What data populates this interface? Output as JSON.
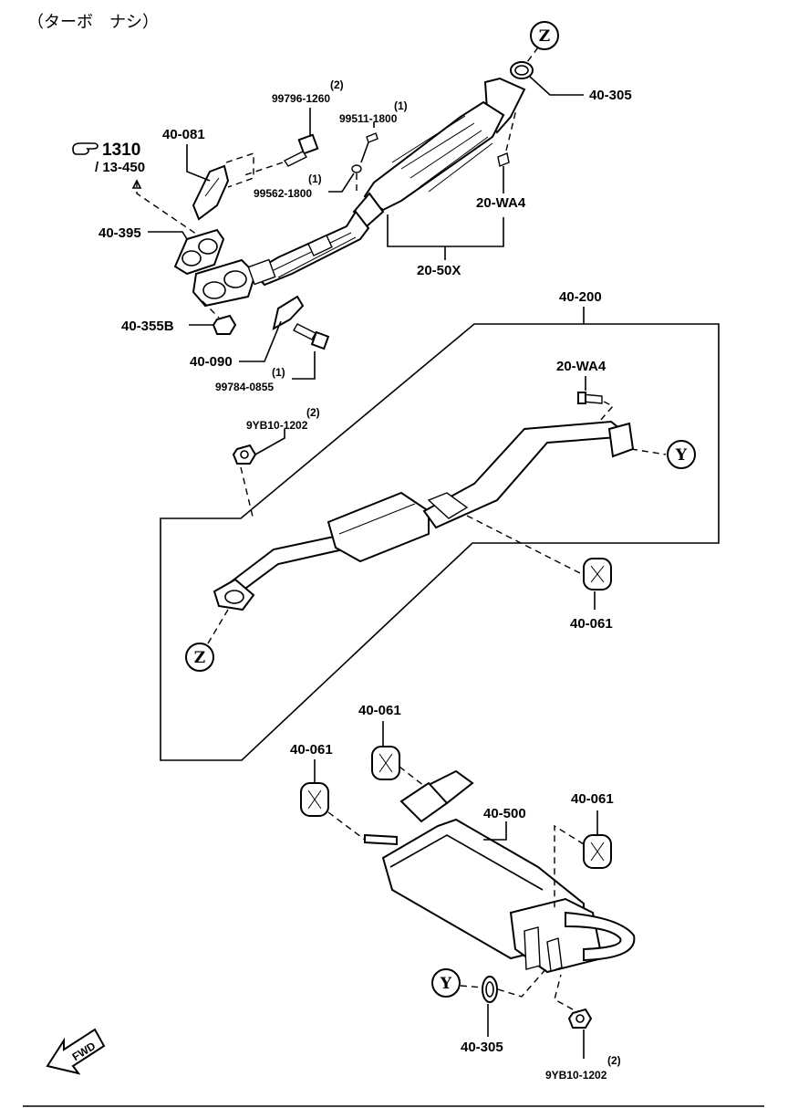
{
  "header": {
    "note": "（ターボ　ナシ）"
  },
  "refs": {
    "fig_ref": "1310",
    "fig_sub": "/ 13-450",
    "fwd": "FWD"
  },
  "markers": {
    "z": "Z",
    "y": "Y"
  },
  "labels": {
    "p40305_top": "40-305",
    "p99796": "99796-1260",
    "p99796_qty": "(2)",
    "p99511": "99511-1800",
    "p99511_qty": "(1)",
    "p40081": "40-081",
    "p99562": "99562-1800",
    "p99562_qty": "(1)",
    "p20wa4_top": "20-WA4",
    "p40395": "40-395",
    "p2050x": "20-50X",
    "p40355b": "40-355B",
    "p40090": "40-090",
    "p99784": "99784-0855",
    "p99784_qty": "(1)",
    "p40200": "40-200",
    "p20wa4_mid": "20-WA4",
    "p9yb10_top": "9YB10-1202",
    "p9yb10_top_qty": "(2)",
    "p40061_mid": "40-061",
    "p40061_a": "40-061",
    "p40061_b": "40-061",
    "p40500": "40-500",
    "p40061_c": "40-061",
    "p40305_bot": "40-305",
    "p9yb10_bot": "9YB10-1202",
    "p9yb10_bot_qty": "(2)"
  }
}
